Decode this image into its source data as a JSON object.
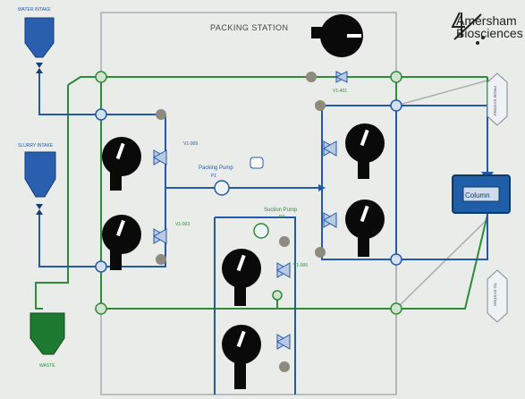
{
  "title": "PACKING STATION",
  "brand": {
    "line1": "Amersham",
    "line2": "Biosciences"
  },
  "tanks": {
    "water": "WATER INTAKE",
    "slurry": "SLURRY INTAKE",
    "waste": "WASTE"
  },
  "pumps": {
    "packing": "Packing Pump",
    "packing_tag": "P1",
    "suction": "Suction Pump",
    "suction_tag": "P2"
  },
  "valves": {
    "top": "V1-401",
    "left": "V1-003",
    "right": "V1-006",
    "bottom": "V1-009"
  },
  "column": {
    "label": "Column"
  },
  "ports": {
    "upper": "FROM SYSTEM",
    "lower": "TO SYSTEM"
  },
  "colors": {
    "blue_tank": "#2a5fb0",
    "green_tank": "#1d7a30",
    "blue_line": "#2458a8",
    "green_line": "#2f8a3a",
    "grey_line": "#9aa2a6",
    "column": "#1f5fa8",
    "knob": "#0a0a0a"
  }
}
